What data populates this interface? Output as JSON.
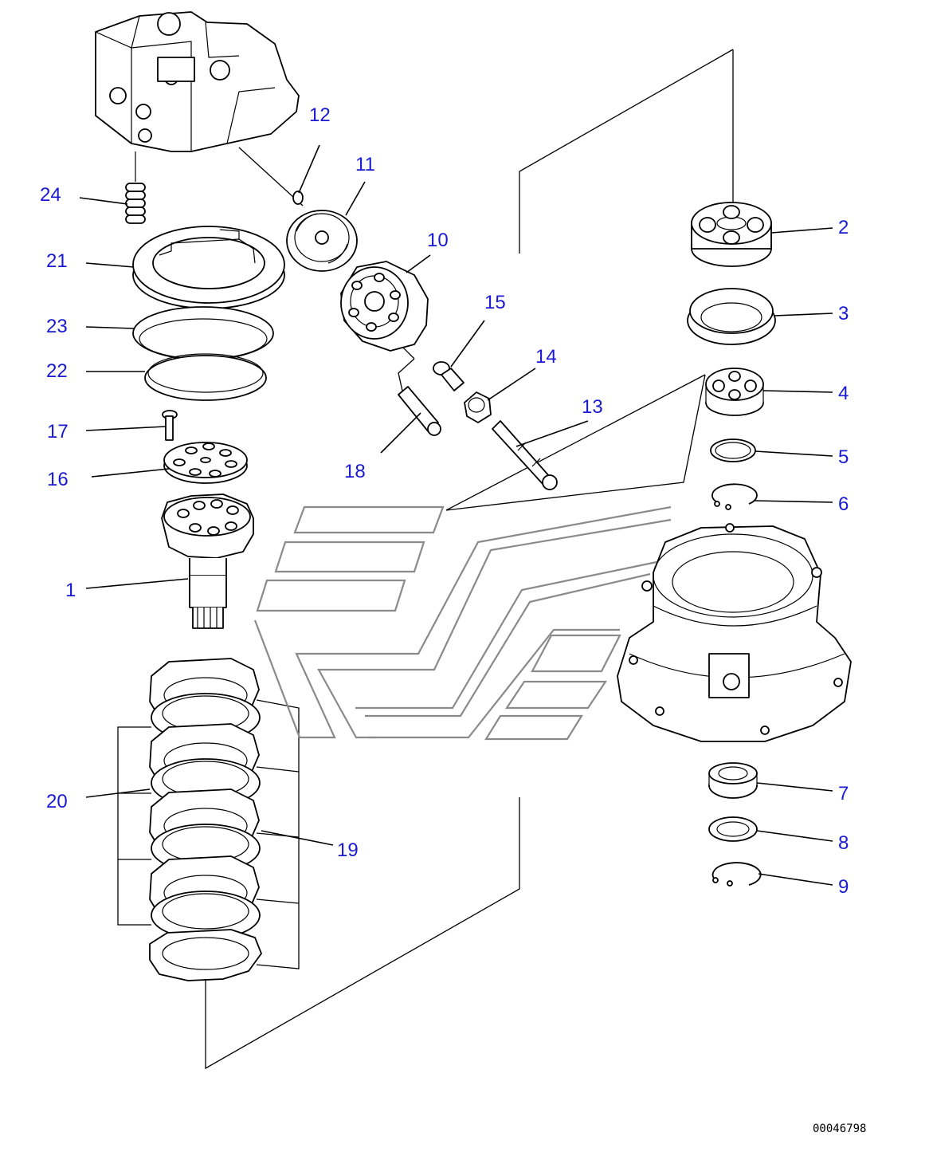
{
  "diagram": {
    "reference_code": "00046798",
    "callouts": [
      {
        "id": "1",
        "label": "1"
      },
      {
        "id": "2",
        "label": "2"
      },
      {
        "id": "3",
        "label": "3"
      },
      {
        "id": "4",
        "label": "4"
      },
      {
        "id": "5",
        "label": "5"
      },
      {
        "id": "6",
        "label": "6"
      },
      {
        "id": "7",
        "label": "7"
      },
      {
        "id": "8",
        "label": "8"
      },
      {
        "id": "9",
        "label": "9"
      },
      {
        "id": "10",
        "label": "10"
      },
      {
        "id": "11",
        "label": "11"
      },
      {
        "id": "12",
        "label": "12"
      },
      {
        "id": "13",
        "label": "13"
      },
      {
        "id": "14",
        "label": "14"
      },
      {
        "id": "15",
        "label": "15"
      },
      {
        "id": "16",
        "label": "16"
      },
      {
        "id": "17",
        "label": "17"
      },
      {
        "id": "18",
        "label": "18"
      },
      {
        "id": "19",
        "label": "19"
      },
      {
        "id": "20",
        "label": "20"
      },
      {
        "id": "21",
        "label": "21"
      },
      {
        "id": "22",
        "label": "22"
      },
      {
        "id": "23",
        "label": "23"
      },
      {
        "id": "24",
        "label": "24"
      }
    ]
  }
}
